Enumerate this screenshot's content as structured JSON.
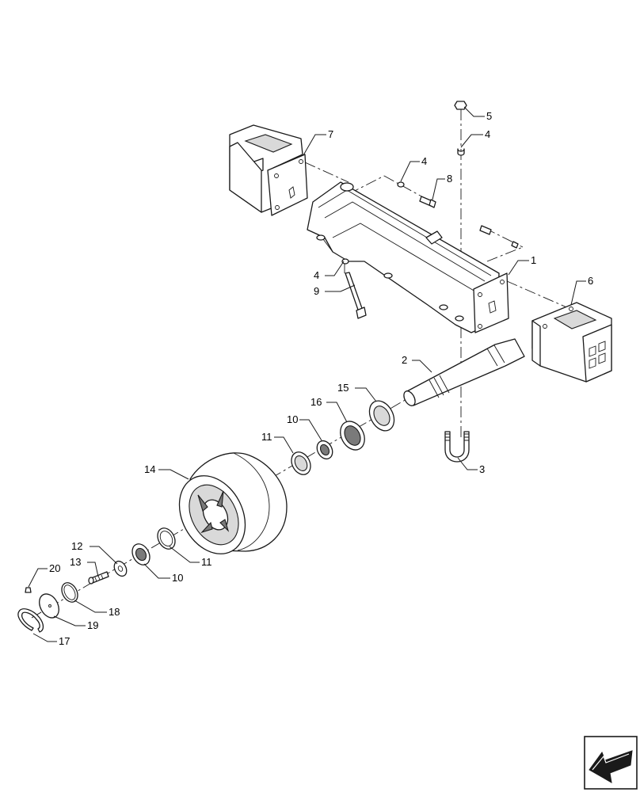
{
  "callouts": [
    {
      "id": "c1",
      "text": "1"
    },
    {
      "id": "c2",
      "text": "2"
    },
    {
      "id": "c3",
      "text": "3"
    },
    {
      "id": "c4a",
      "text": "4"
    },
    {
      "id": "c4b",
      "text": "4"
    },
    {
      "id": "c4c",
      "text": "4"
    },
    {
      "id": "c5",
      "text": "5"
    },
    {
      "id": "c6",
      "text": "6"
    },
    {
      "id": "c7",
      "text": "7"
    },
    {
      "id": "c8",
      "text": "8"
    },
    {
      "id": "c9",
      "text": "9"
    },
    {
      "id": "c10a",
      "text": "10"
    },
    {
      "id": "c10b",
      "text": "10"
    },
    {
      "id": "c11a",
      "text": "11"
    },
    {
      "id": "c11b",
      "text": "11"
    },
    {
      "id": "c12",
      "text": "12"
    },
    {
      "id": "c13",
      "text": "13"
    },
    {
      "id": "c14",
      "text": "14"
    },
    {
      "id": "c15",
      "text": "15"
    },
    {
      "id": "c16",
      "text": "16"
    },
    {
      "id": "c17",
      "text": "17"
    },
    {
      "id": "c18",
      "text": "18"
    },
    {
      "id": "c19",
      "text": "19"
    },
    {
      "id": "c20",
      "text": "20"
    }
  ],
  "icons": {
    "corner": "page-turn-arrow-icon"
  }
}
